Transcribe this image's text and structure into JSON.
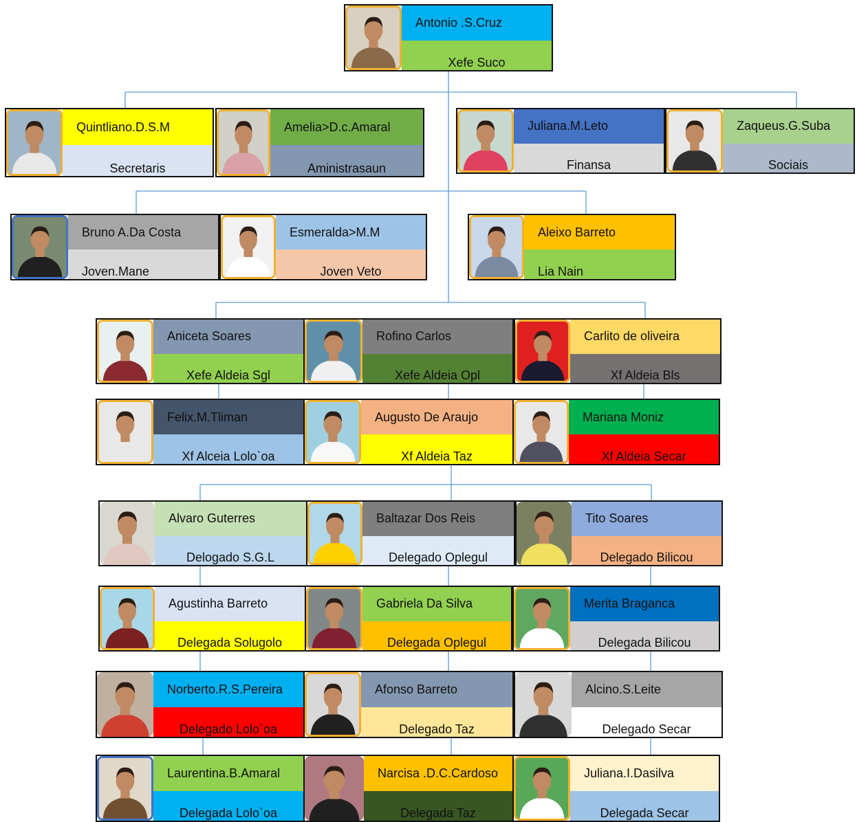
{
  "colors": {
    "connector": "#5b9bd5",
    "skin": "#c08a62",
    "hair": "#2b1d14"
  },
  "members": [
    {
      "id": "antonio",
      "name": "Antonio .S.Cruz",
      "role": "Xefe Suco",
      "name_bg": "#00b0f0",
      "role_bg": "#92d050",
      "shirt": "#8b6a4a",
      "bg": "#d8d0c0"
    },
    {
      "id": "quintliano",
      "name": "Quintliano.D.S.M",
      "role": "Secretaris",
      "name_bg": "#ffff00",
      "role_bg": "#dae3f3",
      "shirt": "#e8e8e8",
      "bg": "#9fb6c8"
    },
    {
      "id": "amelia",
      "name": "Amelia>D.c.Amaral",
      "role": "Aministrasaun",
      "name_bg": "#70ad47",
      "role_bg": "#8497b0",
      "shirt": "#d9a0a8",
      "bg": "#d0d0c8"
    },
    {
      "id": "juliana-leto",
      "name": "Juliana.M.Leto",
      "role": "Finansa",
      "name_bg": "#4472c4",
      "role_bg": "#d9d9d9",
      "shirt": "#e04060",
      "bg": "#c8d8d0"
    },
    {
      "id": "zaqueus",
      "name": "Zaqueus.G.Suba",
      "role": "Sociais",
      "name_bg": "#a9d18e",
      "role_bg": "#adb9ca",
      "shirt": "#303030",
      "bg": "#e8e8e8"
    },
    {
      "id": "bruno",
      "name": "Bruno A.Da Costa",
      "role": "Joven.Mane",
      "name_bg": "#a6a6a6",
      "role_bg": "#d9d9d9",
      "shirt": "#202020",
      "bg": "#7a8a70"
    },
    {
      "id": "esmeralda",
      "name": "Esmeralda>M.M",
      "role": "Joven Veto",
      "name_bg": "#9dc3e6",
      "role_bg": "#f4c7a8",
      "shirt": "#ffffff",
      "bg": "#f2f2f2"
    },
    {
      "id": "aleixo",
      "name": "Aleixo Barreto",
      "role": "Lia Nain",
      "name_bg": "#ffc000",
      "role_bg": "#92d050",
      "shirt": "#7a8aa0",
      "bg": "#c8d8e8"
    },
    {
      "id": "aniceta",
      "name": "Aniceta Soares",
      "role": "Xefe Aldeia Sgl",
      "name_bg": "#8497b0",
      "role_bg": "#92d050",
      "shirt": "#8b2a30",
      "bg": "#e8f0f0"
    },
    {
      "id": "rofino",
      "name": "Rofino Carlos",
      "role": "Xefe Aldeia Opl",
      "name_bg": "#7f7f7f",
      "role_bg": "#548235",
      "shirt": "#f0f0f0",
      "bg": "#6090a8"
    },
    {
      "id": "carlito",
      "name": "Carlito de oliveira",
      "role": "Xf Aldeia Bls",
      "name_bg": "#ffd966",
      "role_bg": "#767171",
      "shirt": "#1a1a30",
      "bg": "#e02020"
    },
    {
      "id": "felix",
      "name": "Felix.M.Tliman",
      "role": "Xf Alceia  Lolo`oa",
      "name_bg": "#44546a",
      "role_bg": "#9dc3e6",
      "shirt": "#e8e8e8",
      "bg": "#e8e8e8"
    },
    {
      "id": "augusto",
      "name": "Augusto De Araujo",
      "role": "Xf Aldeia Taz",
      "name_bg": "#f4b183",
      "role_bg": "#ffff00",
      "shirt": "#f8f8f8",
      "bg": "#a0d0e0"
    },
    {
      "id": "mariana",
      "name": "Mariana Moniz",
      "role": "Xf Aldeia Secar",
      "name_bg": "#00b050",
      "role_bg": "#ff0000",
      "shirt": "#505060",
      "bg": "#e8e8e8"
    },
    {
      "id": "alvaro",
      "name": "Alvaro Guterres",
      "role": "Delogado S.G.L",
      "name_bg": "#c5e0b4",
      "role_bg": "#bdd7ee",
      "shirt": "#e0c8c0",
      "bg": "#d8d8d0"
    },
    {
      "id": "baltazar",
      "name": "Baltazar Dos Reis",
      "role": "Delegado Oplegul",
      "name_bg": "#7f7f7f",
      "role_bg": "#deebf7",
      "shirt": "#ffd000",
      "bg": "#b0d8e8"
    },
    {
      "id": "tito",
      "name": "Tito Soares",
      "role": "Delegado Bilicou",
      "name_bg": "#8faadc",
      "role_bg": "#f4b183",
      "shirt": "#f0e060",
      "bg": "#7a8060"
    },
    {
      "id": "agustinha",
      "name": "Agustinha Barreto",
      "role": "Delegada Solugolo",
      "name_bg": "#dae3f3",
      "role_bg": "#ffff00",
      "shirt": "#7a2020",
      "bg": "#a8d8e8"
    },
    {
      "id": "gabriela",
      "name": "Gabriela Da Silva",
      "role": "Delegada Oplegul",
      "name_bg": "#92d050",
      "role_bg": "#ffc000",
      "shirt": "#802030",
      "bg": "#808888"
    },
    {
      "id": "merita",
      "name": "Merita Braganca",
      "role": "Delegada Bilicou",
      "name_bg": "#0070c0",
      "role_bg": "#d0cece",
      "shirt": "#ffffff",
      "bg": "#60a860"
    },
    {
      "id": "norberto",
      "name": "Norberto.R.S.Pereira",
      "role": "Delegado Lolo`oa",
      "name_bg": "#00b0f0",
      "role_bg": "#ff0000",
      "shirt": "#d04030",
      "bg": "#c0b0a0"
    },
    {
      "id": "afonso",
      "name": "Afonso Barreto",
      "role": "Delegado Taz",
      "name_bg": "#8497b0",
      "role_bg": "#ffe699",
      "shirt": "#202020",
      "bg": "#d8d8d8"
    },
    {
      "id": "alcino",
      "name": "Alcino.S.Leite",
      "role": "Delegado Secar",
      "name_bg": "#a6a6a6",
      "role_bg": "#ffffff",
      "shirt": "#303030",
      "bg": "#d8d8d8"
    },
    {
      "id": "laurentina",
      "name": "Laurentina.B.Amaral",
      "role": "Delegada Lolo`oa",
      "name_bg": "#92d050",
      "role_bg": "#00b0f0",
      "shirt": "#705030",
      "bg": "#e0d8c8"
    },
    {
      "id": "narcisa",
      "name": "Narcisa .D.C.Cardoso",
      "role": "Delegada Taz",
      "name_bg": "#ffc000",
      "role_bg": "#375623",
      "shirt": "#202020",
      "bg": "#b07880"
    },
    {
      "id": "juliana-dasilva",
      "name": "Juliana.I.Dasilva",
      "role": "Delegada Secar",
      "name_bg": "#fff2cc",
      "role_bg": "#9dc3e6",
      "shirt": "#ffffff",
      "bg": "#58a858"
    }
  ]
}
